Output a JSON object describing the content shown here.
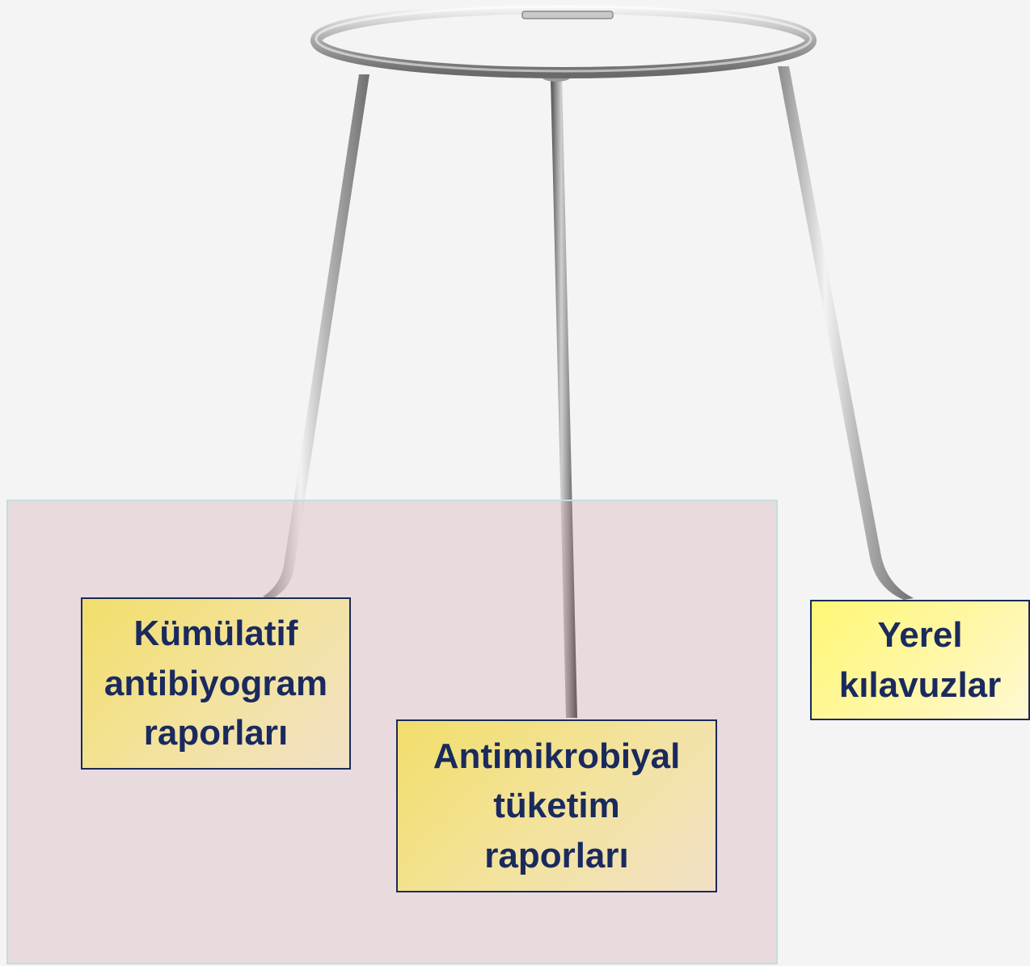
{
  "diagram": {
    "labels": {
      "left": "Kümülatif\nantibiyogram\nraporları",
      "center": "Antimikrobiyal\ntüketim\nraporları",
      "right": "Yerel\nkılavuzlar"
    },
    "colors": {
      "label_text": "#1a2a5e",
      "label_border": "#1b2a5a",
      "panel_fill": "#e6d7d8",
      "panel_border": "#c3dde0",
      "box_yellow": "#f2de6a",
      "box_yellow_bright": "#fff774",
      "metal": "#c8c8c8",
      "background": "#f4f4f4"
    },
    "image_subject": "tripod-stand"
  }
}
